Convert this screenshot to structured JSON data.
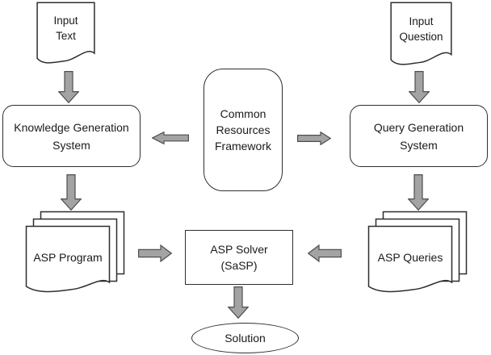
{
  "diagram": {
    "nodes": {
      "input_text": {
        "shape": "document",
        "lines": [
          "Input",
          "Text"
        ]
      },
      "input_question": {
        "shape": "document",
        "lines": [
          "Input",
          "Question"
        ]
      },
      "knowledge_generation_system": {
        "shape": "rounded-rectangle",
        "lines": [
          "Knowledge Generation",
          "System"
        ]
      },
      "common_resources_framework": {
        "shape": "rounded-rectangle",
        "lines": [
          "Common",
          "Resources",
          "Framework"
        ]
      },
      "query_generation_system": {
        "shape": "rounded-rectangle",
        "lines": [
          "Query Generation",
          "System"
        ]
      },
      "asp_program": {
        "shape": "document-stack",
        "lines": [
          "ASP Program"
        ]
      },
      "asp_solver": {
        "shape": "rectangle",
        "lines": [
          "ASP Solver",
          "(SaSP)"
        ]
      },
      "asp_queries": {
        "shape": "document-stack",
        "lines": [
          "ASP Queries"
        ]
      },
      "solution": {
        "shape": "ellipse",
        "lines": [
          "Solution"
        ]
      }
    },
    "edges": [
      {
        "from": "input_text",
        "to": "knowledge_generation_system",
        "direction": "down"
      },
      {
        "from": "input_question",
        "to": "query_generation_system",
        "direction": "down"
      },
      {
        "from": "common_resources_framework",
        "to": "knowledge_generation_system",
        "direction": "left"
      },
      {
        "from": "common_resources_framework",
        "to": "query_generation_system",
        "direction": "right"
      },
      {
        "from": "knowledge_generation_system",
        "to": "asp_program",
        "direction": "down"
      },
      {
        "from": "query_generation_system",
        "to": "asp_queries",
        "direction": "down"
      },
      {
        "from": "asp_program",
        "to": "asp_solver",
        "direction": "right"
      },
      {
        "from": "asp_queries",
        "to": "asp_solver",
        "direction": "left"
      },
      {
        "from": "asp_solver",
        "to": "solution",
        "direction": "down"
      }
    ],
    "colors": {
      "background": "#ffffff",
      "shape_fill": "#ffffff",
      "shape_stroke": "#2e2e2e",
      "arrow_fill": "#a3a3a3",
      "arrow_stroke": "#4e4e4e",
      "text": "#1a1a1a"
    }
  }
}
